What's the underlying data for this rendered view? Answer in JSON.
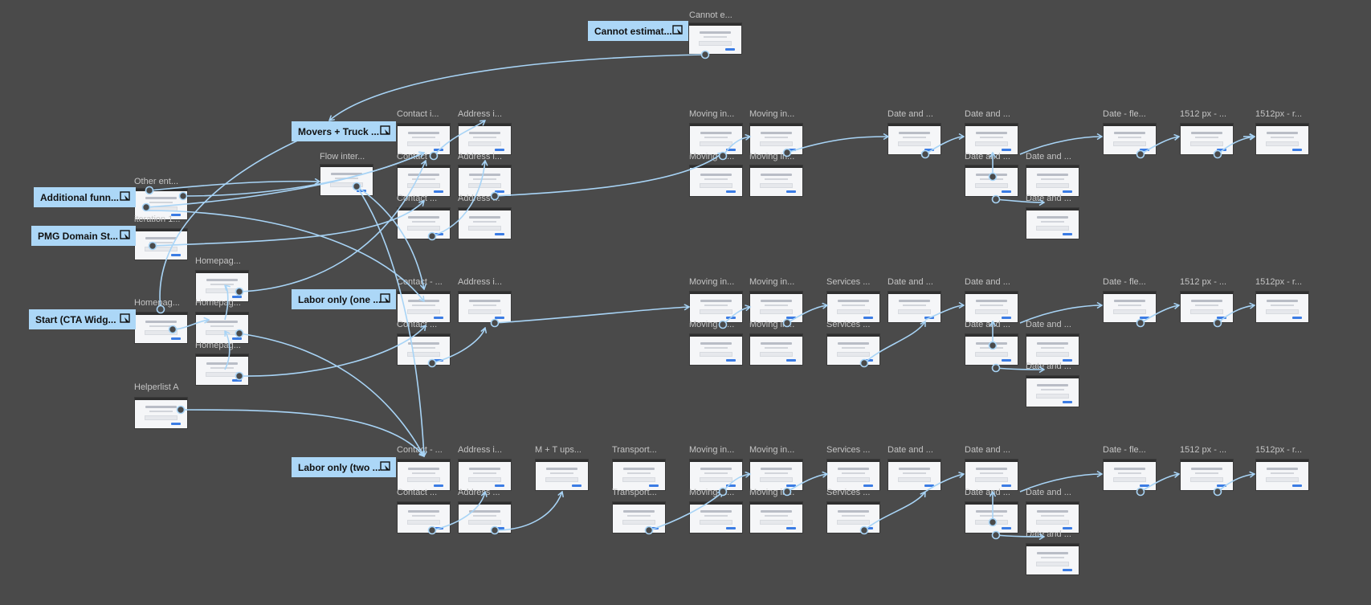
{
  "canvas": {
    "background": "#4a4a4a",
    "connector_color": "#a8d4f6",
    "start_color": "#acd7f7"
  },
  "flow_starts": [
    {
      "id": "cannot",
      "label": "Cannot estimat..."
    },
    {
      "id": "movers",
      "label": "Movers + Truck ..."
    },
    {
      "id": "additional",
      "label": "Additional funn..."
    },
    {
      "id": "pmg",
      "label": "PMG Domain St..."
    },
    {
      "id": "start_cta",
      "label": "Start (CTA Widg..."
    },
    {
      "id": "labor_one",
      "label": "Labor only (one ..."
    },
    {
      "id": "labor_two",
      "label": "Labor only (two ..."
    }
  ],
  "frames": [
    {
      "id": "cannot_e",
      "label": "Cannot e..."
    },
    {
      "id": "other_ent",
      "label": "Other ent..."
    },
    {
      "id": "flow_inter",
      "label": "Flow inter..."
    },
    {
      "id": "iteration_1",
      "label": "iteration 1..."
    },
    {
      "id": "homepage_a",
      "label": "Homepag..."
    },
    {
      "id": "homepage_b",
      "label": "Homepag..."
    },
    {
      "id": "homepage_c",
      "label": "Homepag..."
    },
    {
      "id": "homepage_d",
      "label": "Homepag..."
    },
    {
      "id": "helperlist_a",
      "label": "Helperlist A"
    },
    {
      "id": "c1",
      "label": "Contact i..."
    },
    {
      "id": "a1",
      "label": "Address i..."
    },
    {
      "id": "c2",
      "label": "Contact ..."
    },
    {
      "id": "a2",
      "label": "Address i..."
    },
    {
      "id": "c3",
      "label": "Contact ..."
    },
    {
      "id": "a3",
      "label": "Address ..."
    },
    {
      "id": "m1",
      "label": "Moving in..."
    },
    {
      "id": "m2",
      "label": "Moving in..."
    },
    {
      "id": "m3",
      "label": "Moving in..."
    },
    {
      "id": "m4",
      "label": "Moving in..."
    },
    {
      "id": "d1",
      "label": "Date and ..."
    },
    {
      "id": "d2",
      "label": "Date and ..."
    },
    {
      "id": "d3",
      "label": "Date and ..."
    },
    {
      "id": "d4",
      "label": "Date and ..."
    },
    {
      "id": "d5",
      "label": "Date and ..."
    },
    {
      "id": "f1",
      "label": "Date - fle..."
    },
    {
      "id": "p1",
      "label": "1512 px - ..."
    },
    {
      "id": "r1",
      "label": "1512px - r..."
    },
    {
      "id": "c4",
      "label": "Contact - ..."
    },
    {
      "id": "a4",
      "label": "Address i..."
    },
    {
      "id": "c5",
      "label": "Contact ..."
    },
    {
      "id": "m5",
      "label": "Moving in..."
    },
    {
      "id": "m6",
      "label": "Moving in..."
    },
    {
      "id": "m7",
      "label": "Moving in..."
    },
    {
      "id": "m8",
      "label": "Moving in..."
    },
    {
      "id": "s1",
      "label": "Services ..."
    },
    {
      "id": "s2",
      "label": "Services ..."
    },
    {
      "id": "d6",
      "label": "Date and ..."
    },
    {
      "id": "d7",
      "label": "Date and ..."
    },
    {
      "id": "d8",
      "label": "Date and ..."
    },
    {
      "id": "d9",
      "label": "Date and ..."
    },
    {
      "id": "d10",
      "label": "Date and ..."
    },
    {
      "id": "f2",
      "label": "Date - fle..."
    },
    {
      "id": "p2",
      "label": "1512 px - ..."
    },
    {
      "id": "r2",
      "label": "1512px - r..."
    },
    {
      "id": "c6",
      "label": "Contact - ..."
    },
    {
      "id": "a5",
      "label": "Address i..."
    },
    {
      "id": "c7",
      "label": "Contact ..."
    },
    {
      "id": "a6",
      "label": "Address ..."
    },
    {
      "id": "mt",
      "label": "M + T ups..."
    },
    {
      "id": "t1",
      "label": "Transport..."
    },
    {
      "id": "t2",
      "label": "Transport..."
    },
    {
      "id": "m9",
      "label": "Moving in..."
    },
    {
      "id": "m10",
      "label": "Moving in..."
    },
    {
      "id": "m11",
      "label": "Moving in..."
    },
    {
      "id": "m12",
      "label": "Moving in..."
    },
    {
      "id": "s3",
      "label": "Services ..."
    },
    {
      "id": "s4",
      "label": "Services ..."
    },
    {
      "id": "d11",
      "label": "Date and ..."
    },
    {
      "id": "d12",
      "label": "Date and ..."
    },
    {
      "id": "d13",
      "label": "Date and ..."
    },
    {
      "id": "d14",
      "label": "Date and ..."
    },
    {
      "id": "d15",
      "label": "Date and ..."
    },
    {
      "id": "f3",
      "label": "Date - fle..."
    },
    {
      "id": "p3",
      "label": "1512 px - ..."
    },
    {
      "id": "r3",
      "label": "1512px - r..."
    }
  ]
}
